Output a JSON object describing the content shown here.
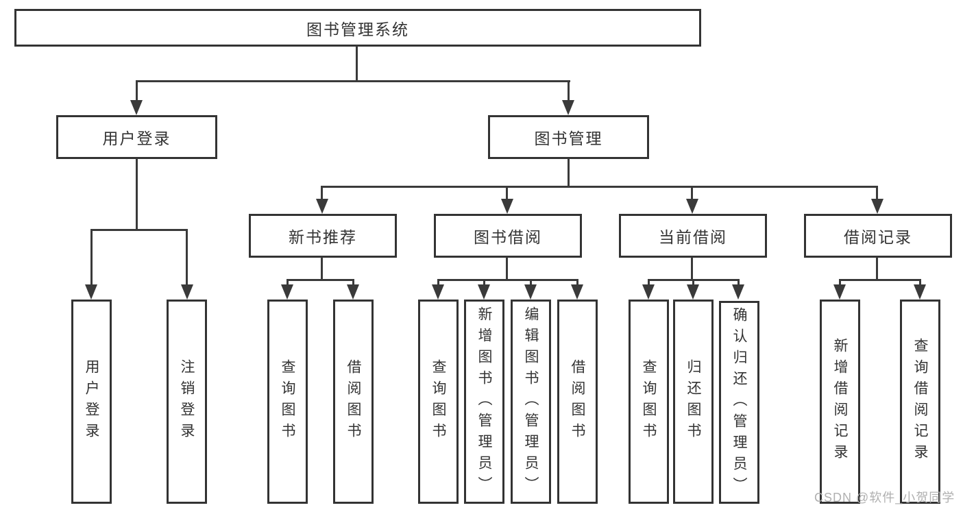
{
  "diagram": {
    "root": {
      "label": "图书管理系统"
    },
    "level2": [
      {
        "label": "用户登录"
      },
      {
        "label": "图书管理"
      }
    ],
    "level3": [
      {
        "label": "新书推荐"
      },
      {
        "label": "图书借阅"
      },
      {
        "label": "当前借阅"
      },
      {
        "label": "借阅记录"
      }
    ],
    "leaves": {
      "login": [
        {
          "label": "用户登录"
        },
        {
          "label": "注销登录"
        }
      ],
      "recommend": [
        {
          "label": "查询图书"
        },
        {
          "label": "借阅图书"
        }
      ],
      "borrow": [
        {
          "label": "查询图书"
        },
        {
          "label": "新增图书（管理员）"
        },
        {
          "label": "编辑图书（管理员）"
        },
        {
          "label": "借阅图书"
        }
      ],
      "current": [
        {
          "label": "查询图书"
        },
        {
          "label": "归还图书"
        },
        {
          "label": "确认归还（管理员）"
        }
      ],
      "records": [
        {
          "label": "新增借阅记录"
        },
        {
          "label": "查询借阅记录"
        }
      ]
    }
  },
  "watermark": {
    "text": "CSDN @软件_小贺同学"
  },
  "colors": {
    "line": "#3a3a3a",
    "border": "#333333",
    "text": "#333333",
    "watermark": "#b0b0b0",
    "background": "#ffffff"
  }
}
